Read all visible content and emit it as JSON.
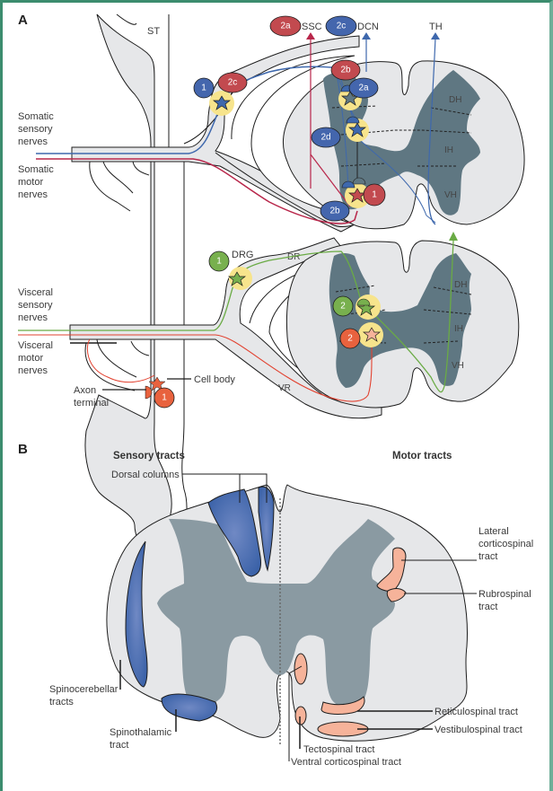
{
  "panels": {
    "A": {
      "label": "A",
      "structure_labels": {
        "st": "ST",
        "drg": "DRG",
        "dr": "DR",
        "vr": "VR",
        "dh_top": "DH",
        "ih_top": "IH",
        "vh_top": "VH",
        "dh_bottom": "DH",
        "ih_bottom": "IH",
        "vh_bottom": "VH"
      },
      "target_labels": {
        "ssc": "SSC",
        "dcn": "DCN",
        "th": "TH"
      },
      "nerve_labels": {
        "somatic_sensory": [
          "Somatic",
          "sensory",
          "nerves"
        ],
        "somatic_motor": [
          "Somatic",
          "motor",
          "nerves"
        ],
        "visceral_sensory": [
          "Visceral",
          "sensory",
          "nerves"
        ],
        "visceral_motor": [
          "Visceral",
          "motor",
          "nerves"
        ]
      },
      "callouts": {
        "cell_body": "Cell body",
        "axon_terminal": [
          "Axon",
          "terminal"
        ]
      },
      "badges": {
        "top_1_blue": "1",
        "top_2c_red": "2c",
        "legend_2a_red": "2a",
        "legend_2c_blue": "2c",
        "cord_2b_red": "2b",
        "cord_2a_blue": "2a",
        "cord_2d_blue": "2d",
        "cord_1_red": "1",
        "cord_2b_blue": "2b",
        "drg_1_green": "1",
        "cord_2_green": "2",
        "cord_2_orange": "2",
        "ganglion_1_orange": "1"
      }
    },
    "B": {
      "label": "B",
      "sensory_heading": "Sensory tracts",
      "motor_heading": "Motor tracts",
      "sensory_tracts": {
        "dorsal_columns": "Dorsal columns",
        "spinocerebellar": [
          "Spinocerebellar",
          "tracts"
        ],
        "spinothalamic": [
          "Spinothalamic",
          "tract"
        ]
      },
      "motor_tracts": {
        "lateral_corticospinal": [
          "Lateral",
          "corticospinal",
          "tract"
        ],
        "rubrospinal": [
          "Rubrospinal",
          "tract"
        ],
        "reticulospinal": "Reticulospinal tract",
        "vestibulospinal": "Vestibulospinal tract",
        "tectospinal": "Tectospinal tract",
        "ventral_corticospinal": "Ventral corticospinal tract"
      }
    }
  },
  "colors": {
    "frame": "#3c8c6e",
    "nerve_fill": "#e6e7e9",
    "grey_matter_A": "#5f7782",
    "grey_matter_B": "#8a9aa2",
    "sensory_blue": "#3e68ad",
    "somatic_red": "#b8264a",
    "visceral_green": "#6aab45",
    "visceral_red": "#e2412f",
    "badge_red": "#c24a4f",
    "badge_blue": "#4466ad",
    "badge_green": "#78b04e",
    "badge_orange": "#e8623e",
    "highlight_yellow": "#f7e48c",
    "motor_tract_salmon": "#f6b39a"
  }
}
